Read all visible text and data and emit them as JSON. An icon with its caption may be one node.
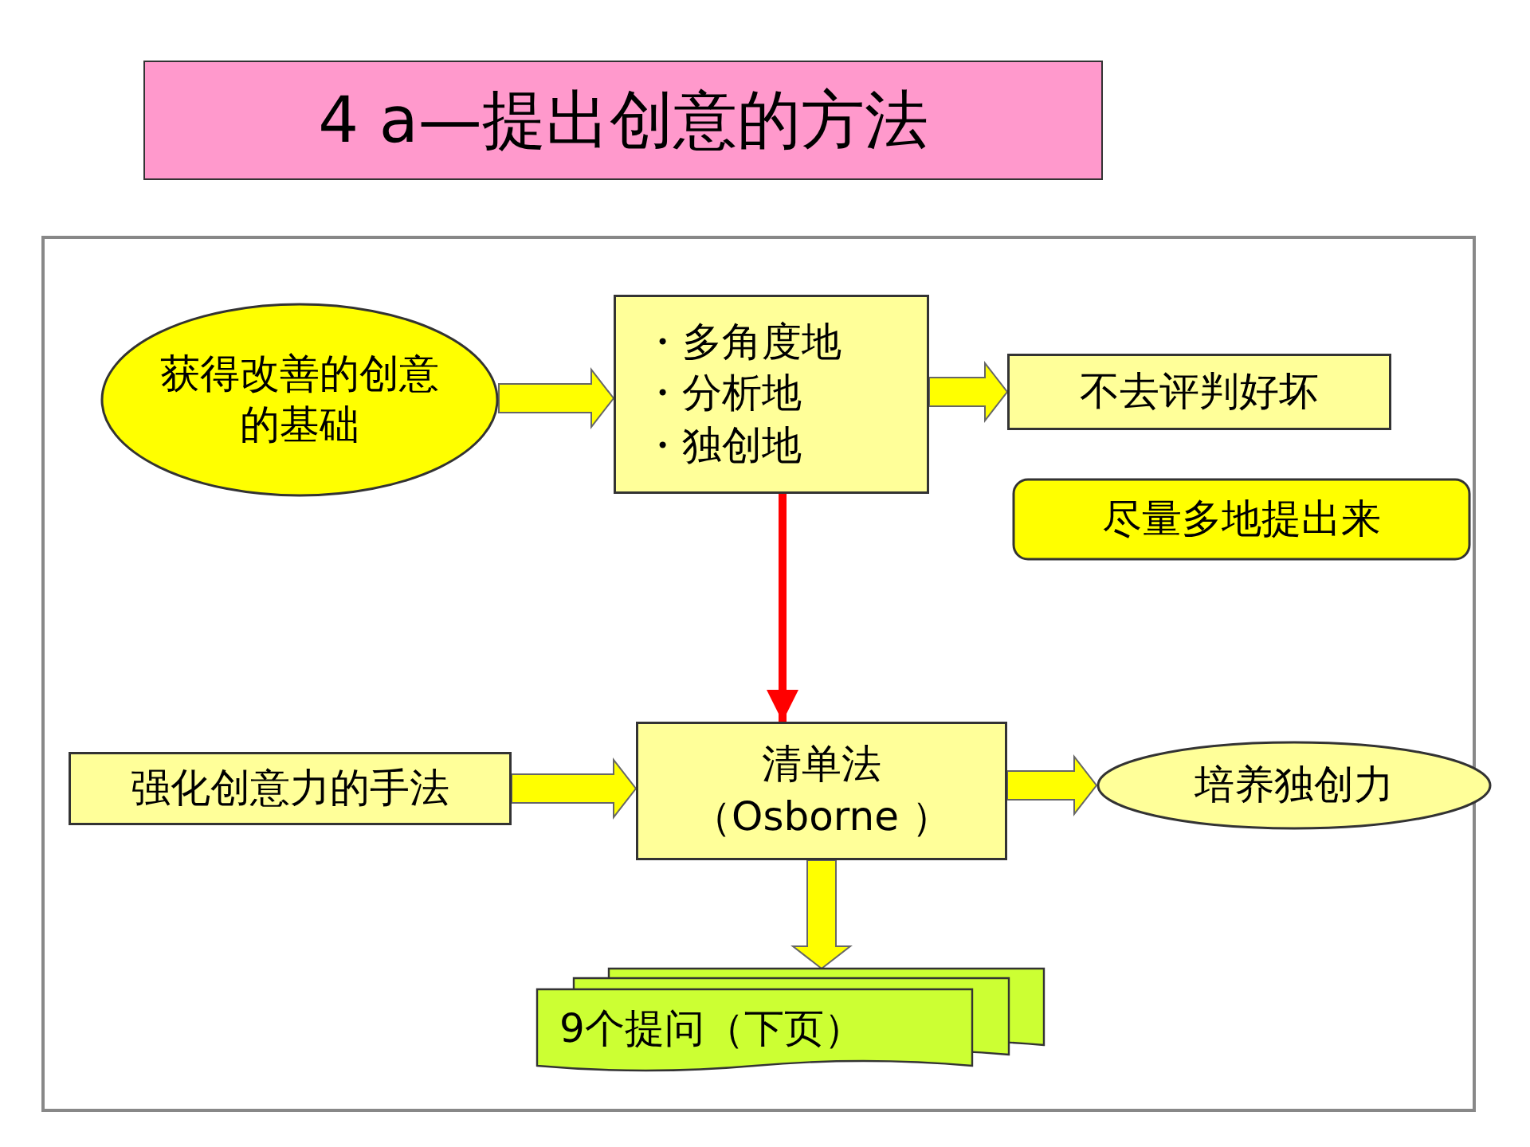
{
  "diagram": {
    "title": "4 a—提出创意的方法",
    "nodes": [
      {
        "text": [
          "获得改善的创意的基础"
        ]
      },
      {
        "text": [
          "・多角度地",
          "・分析地",
          "・独创地"
        ]
      },
      {
        "text": [
          "不去评判好坏"
        ]
      },
      {
        "text": [
          "尽量多地提出来"
        ]
      },
      {
        "text": [
          "强化创意力的手法"
        ]
      },
      {
        "text": [
          "清单法",
          "（Osborne ）"
        ]
      },
      {
        "text": [
          "培养独创力"
        ]
      },
      {
        "text": [
          "9个提问（下页）"
        ]
      }
    ],
    "edges": [
      {
        "from": 0,
        "to": 1,
        "arrow": "to"
      },
      {
        "from": 1,
        "to": 2,
        "arrow": "to"
      },
      {
        "from": 1,
        "to": 5,
        "arrow": "to",
        "color": "#ff0000"
      },
      {
        "from": 4,
        "to": 5,
        "arrow": "to"
      },
      {
        "from": 5,
        "to": 6,
        "arrow": "to"
      },
      {
        "from": 5,
        "to": 7,
        "arrow": "to"
      }
    ]
  }
}
